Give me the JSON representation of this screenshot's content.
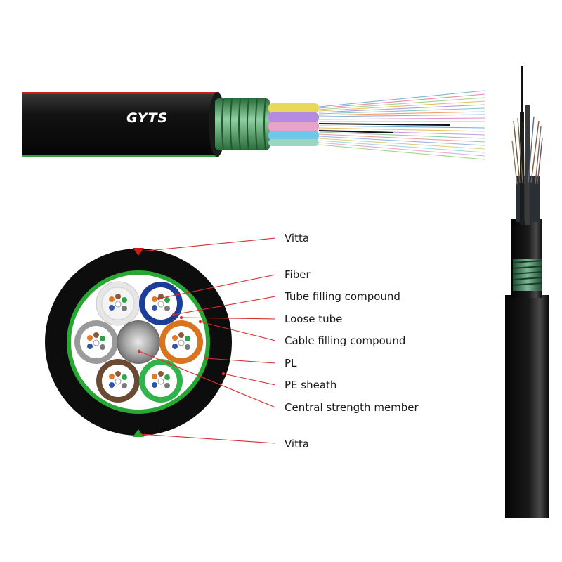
{
  "product": {
    "brand_print": "GYTS"
  },
  "labels": [
    {
      "id": "vitta-top",
      "text": "Vitta"
    },
    {
      "id": "fiber",
      "text": "Fiber"
    },
    {
      "id": "tube-filling-compound",
      "text": "Tube filling compound"
    },
    {
      "id": "loose-tube",
      "text": "Loose tube"
    },
    {
      "id": "cable-filling-compound",
      "text": "Cable filling compound"
    },
    {
      "id": "pl",
      "text": "PL"
    },
    {
      "id": "pe-sheath",
      "text": "PE sheath"
    },
    {
      "id": "central-strength-member",
      "text": "Central strength member"
    },
    {
      "id": "vitta-bottom",
      "text": "Vitta"
    }
  ],
  "colors": {
    "sheath": "#0d0d0d",
    "armor_ring": "#27a833",
    "leader_line": "#d63030",
    "vitta_top_marker": "#c41e1e",
    "vitta_bottom_marker": "#27a833",
    "tube_white": "#e6e6e6",
    "tube_blue": "#1c3d99",
    "tube_orange": "#d9731c",
    "tube_grey": "#9a9a9a",
    "tube_brown": "#6b4a34",
    "tube_green": "#2fb34a"
  }
}
